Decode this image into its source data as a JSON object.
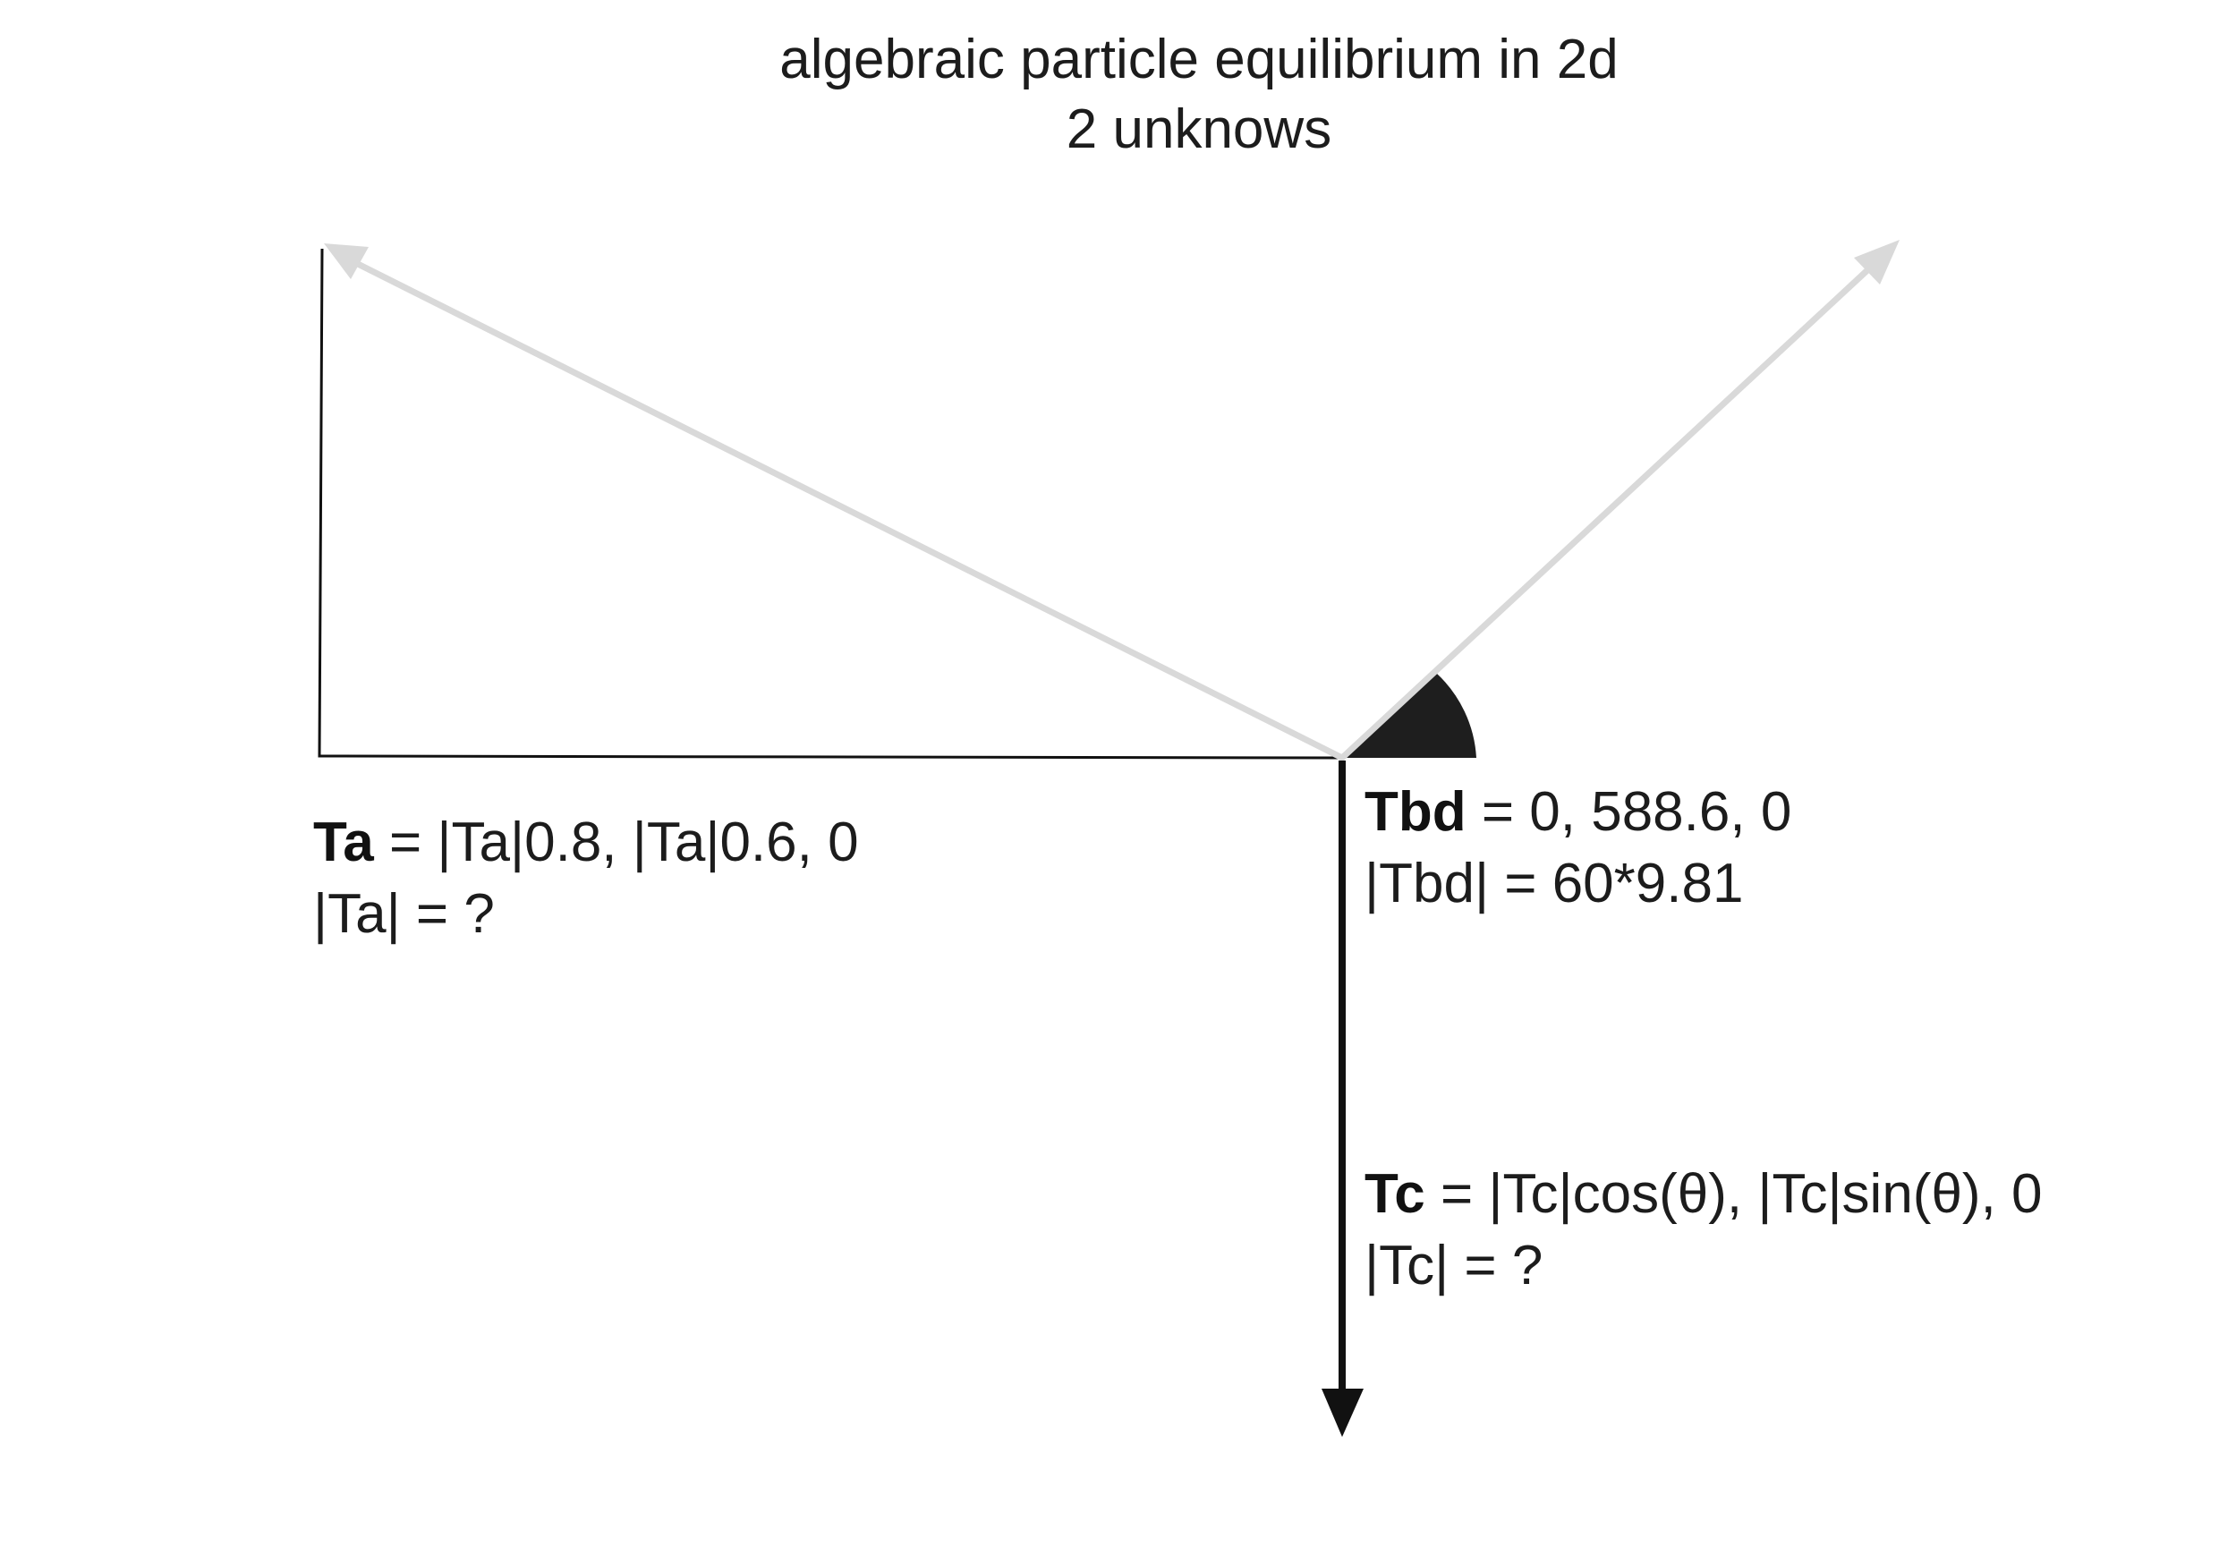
{
  "title": {
    "line1": "algebraic particle equilibrium in 2d",
    "line2": "2 unknows"
  },
  "labels": {
    "ta": {
      "name": "Ta",
      "eq": " = |Ta|0.8, |Ta|0.6, 0",
      "mag": "|Ta| = ?"
    },
    "tbd": {
      "name": "Tbd",
      "eq": " = 0, 588.6, 0",
      "mag": "|Tbd| = 60*9.81"
    },
    "tc": {
      "name": "Tc",
      "eq": " = |Tc|cos(θ), |Tc|sin(θ), 0",
      "mag": "|Tc| = ?"
    }
  },
  "colors": {
    "light_arrow": "#d9d9d9",
    "dark": "#111111",
    "angle_fill": "#1e1e1e"
  }
}
